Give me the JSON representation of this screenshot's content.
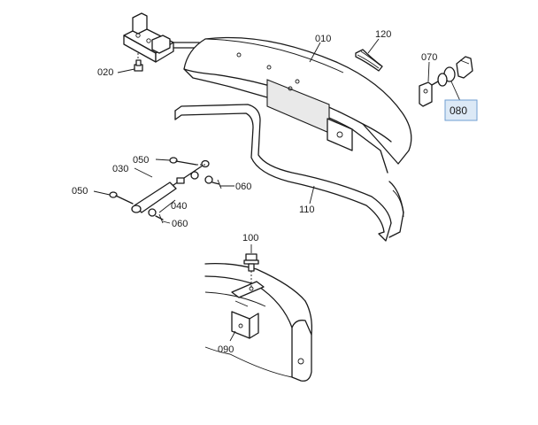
{
  "callouts": [
    {
      "id": "010",
      "text": "010"
    },
    {
      "id": "020",
      "text": "020"
    },
    {
      "id": "030",
      "text": "030"
    },
    {
      "id": "040",
      "text": "040"
    },
    {
      "id": "050a",
      "text": "050"
    },
    {
      "id": "050b",
      "text": "050"
    },
    {
      "id": "060a",
      "text": "060"
    },
    {
      "id": "060b",
      "text": "060"
    },
    {
      "id": "070",
      "text": "070"
    },
    {
      "id": "080",
      "text": "080",
      "highlighted": true
    },
    {
      "id": "090",
      "text": "090"
    },
    {
      "id": "100",
      "text": "100"
    },
    {
      "id": "110",
      "text": "110"
    },
    {
      "id": "120",
      "text": "120"
    }
  ],
  "colors": {
    "line": "#1a1a1a",
    "highlight_fill": "#dce9f6",
    "highlight_border": "#6f9ed1"
  }
}
